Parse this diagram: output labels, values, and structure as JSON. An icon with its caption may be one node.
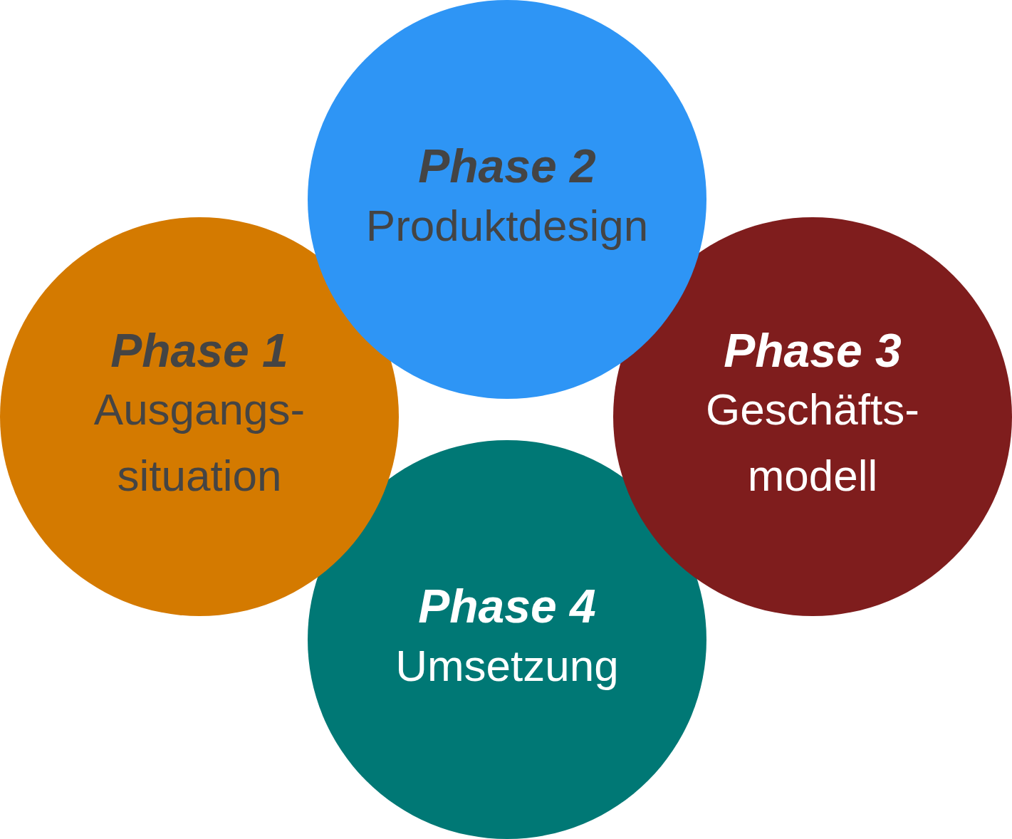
{
  "diagram": {
    "nodes": [
      {
        "text": [
          "Phase 1",
          "Ausgangs- situation"
        ]
      },
      {
        "text": [
          "Phase 2",
          "Produktdesign"
        ]
      },
      {
        "text": [
          "Phase 3",
          "Geschäfts- modell"
        ]
      },
      {
        "text": [
          "Phase 4",
          "Umsetzung"
        ]
      }
    ]
  }
}
